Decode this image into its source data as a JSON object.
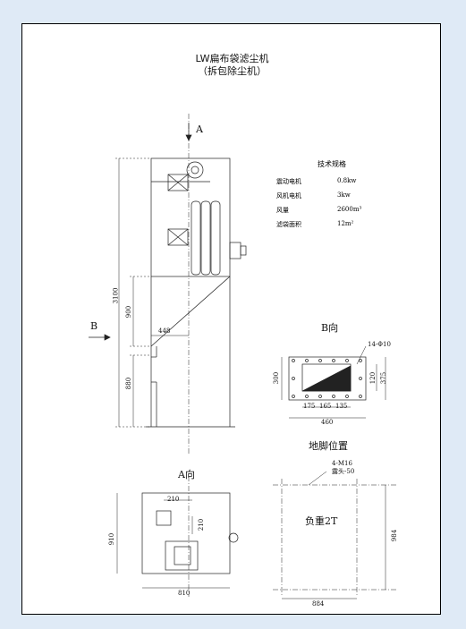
{
  "drawing": {
    "title": "LW扁布袋滤尘机",
    "subtitle": "（拆包除尘机）",
    "section_marker_a": "A",
    "section_marker_b": "B",
    "dims_main": {
      "total_height": "3100",
      "upper_height": "900",
      "lower_height": "880",
      "offset": "448"
    },
    "spec_table": {
      "heading": "技术规格",
      "rows": [
        {
          "name": "震动电机",
          "value": "0.8kw"
        },
        {
          "name": "风机电机",
          "value": "3kw"
        },
        {
          "name": "风量",
          "value": "2600m³"
        },
        {
          "name": "滤袋面积",
          "value": "12m²"
        }
      ]
    },
    "view_b": {
      "title": "B向",
      "hole_note": "14-Φ10",
      "dims": {
        "height_outer": "300",
        "height_inner": "120",
        "height_right": "375",
        "seg1": "175",
        "seg2": "165",
        "seg3": "135",
        "width": "460"
      }
    },
    "view_a": {
      "title": "A向",
      "dims": {
        "top_width": "210",
        "side": "210",
        "height": "910",
        "width": "810"
      }
    },
    "foundation": {
      "title": "地脚位置",
      "bolt_note_1": "4-M16",
      "bolt_note_2": "露头-50",
      "load": "负重2T",
      "dims": {
        "width": "884",
        "height": "984"
      }
    }
  }
}
